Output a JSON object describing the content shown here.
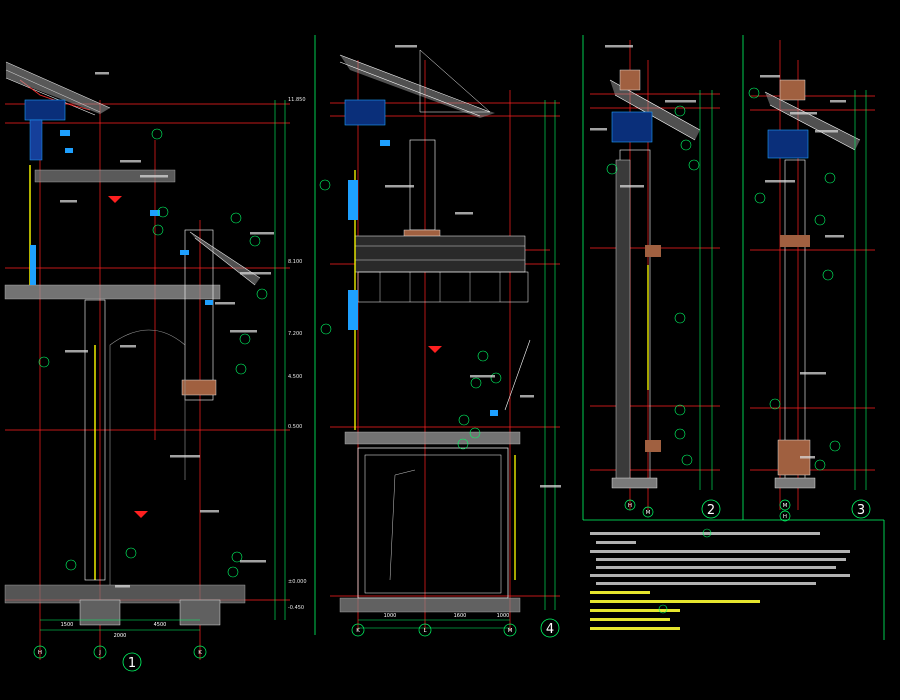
{
  "drawing": {
    "section_numbers": [
      "1",
      "4",
      "2",
      "3"
    ],
    "axis_labels_sec1": [
      "H",
      "J",
      "K"
    ],
    "axis_labels_sec4": [
      "K",
      "L",
      "M"
    ],
    "axis_labels_sec2": [
      "H",
      "M"
    ],
    "axis_labels_sec3": [
      "M",
      "H"
    ],
    "dims_bottom_sec1": [
      "1500",
      "2000",
      "4500"
    ],
    "dims_bottom_sec4": [
      "1000",
      "1600",
      "1000"
    ],
    "elev_marks": [
      "11.850",
      "8.100",
      "7.200",
      "4.500",
      "0.500",
      "±0.000",
      "-0.450"
    ]
  }
}
